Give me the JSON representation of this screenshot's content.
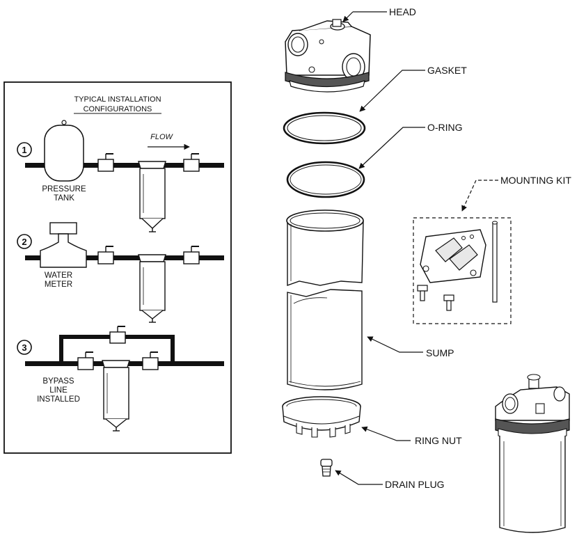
{
  "installation": {
    "title_line1": "TYPICAL INSTALLATION",
    "title_line2": "CONFIGURATIONS",
    "flow_label": "FLOW",
    "config1": {
      "number": "1",
      "label_line1": "PRESSURE",
      "label_line2": "TANK"
    },
    "config2": {
      "number": "2",
      "label_line1": "WATER",
      "label_line2": "METER"
    },
    "config3": {
      "number": "3",
      "label_line1": "BYPASS",
      "label_line2": "LINE",
      "label_line3": "INSTALLED"
    }
  },
  "parts": {
    "head": "HEAD",
    "gasket": "GASKET",
    "o_ring": "O-RING",
    "mounting_kit": "MOUNTING KIT",
    "sump": "SUMP",
    "ring_nut": "RING NUT",
    "drain_plug": "DRAIN PLUG"
  }
}
